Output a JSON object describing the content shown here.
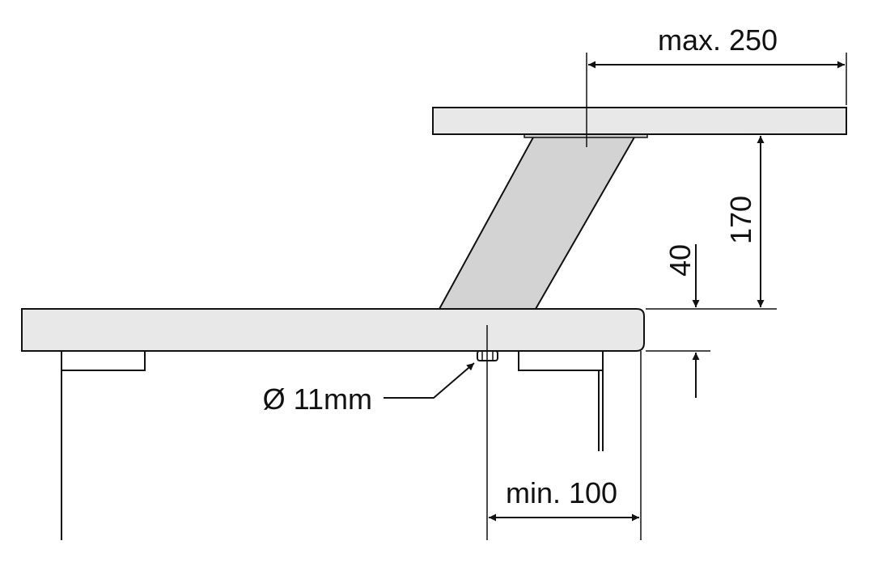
{
  "dimensions": {
    "overhang_max": "max. 250",
    "top_height": "170",
    "thickness": "40",
    "edge_distance_min": "min. 100",
    "hole_diameter": "Ø 11mm"
  },
  "colors": {
    "panel_fill": "#e8e8e8",
    "bracket_fill": "#d3d3d3",
    "stroke": "#111111",
    "background": "#ffffff"
  }
}
